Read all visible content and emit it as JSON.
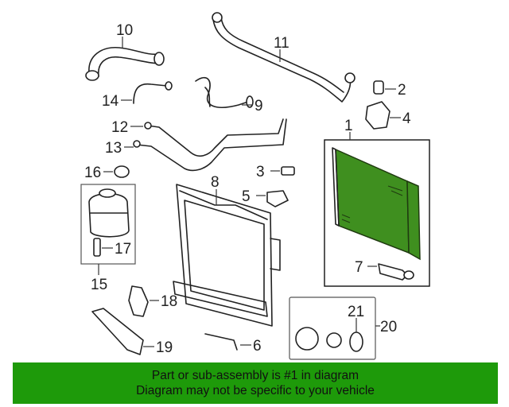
{
  "callouts": {
    "c1": "1",
    "c2": "2",
    "c3": "3",
    "c4": "4",
    "c5": "5",
    "c6": "6",
    "c7": "7",
    "c8": "8",
    "c9": "9",
    "c10": "10",
    "c11": "11",
    "c12": "12",
    "c13": "13",
    "c14": "14",
    "c15": "15",
    "c16": "16",
    "c17": "17",
    "c18": "18",
    "c19": "19",
    "c20": "20",
    "c21": "21"
  },
  "highlight": {
    "color": "#3f8f1f",
    "part": "1"
  },
  "footer": {
    "line1": "Part or sub-assembly is #1 in diagram",
    "line2": "Diagram may not be specific to your vehicle",
    "background": "#1e9a0a"
  }
}
